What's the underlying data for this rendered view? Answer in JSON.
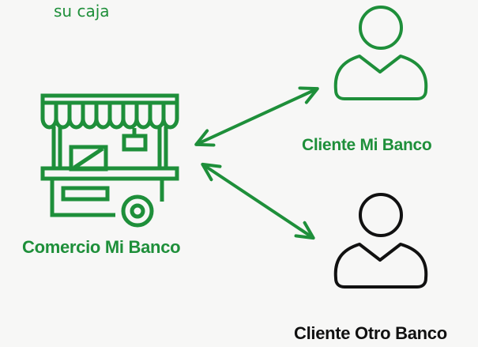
{
  "caption": "su caja",
  "nodes": {
    "comercio": {
      "label": "Comercio Mi Banco",
      "icon": "market-stall-icon"
    },
    "cliente_mi_banco": {
      "label": "Cliente Mi Banco",
      "icon": "user-icon"
    },
    "cliente_otro_banco": {
      "label": "Cliente Otro Banco",
      "icon": "user-icon"
    }
  },
  "colors": {
    "brand_green": "#1e8f3a",
    "dark": "#111111",
    "background": "#f7f7f6"
  }
}
